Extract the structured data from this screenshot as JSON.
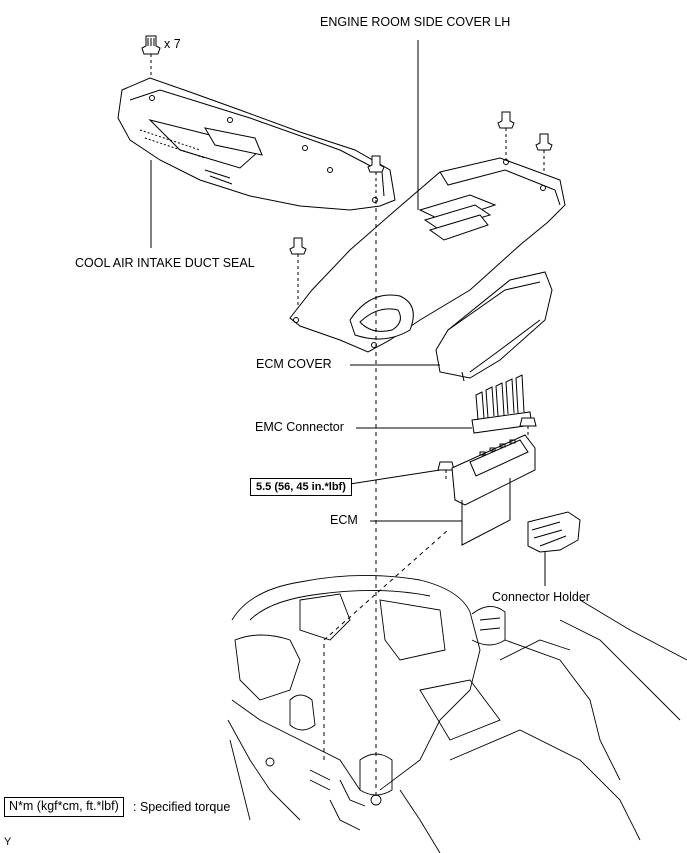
{
  "labels": {
    "clip_count": "x 7",
    "engine_room_side_cover": "ENGINE ROOM SIDE COVER LH",
    "cool_air_intake_duct_seal": "COOL AIR INTAKE DUCT SEAL",
    "ecm_cover": "ECM COVER",
    "emc_connector": "EMC Connector",
    "torque_spec": "5.5 (56, 45 in.*lbf)",
    "ecm": "ECM",
    "connector_holder": "Connector Holder"
  },
  "legend": {
    "unit_box": "N*m (kgf*cm, ft.*lbf)",
    "description": ": Specified torque"
  },
  "footer": {
    "code": "Y"
  }
}
